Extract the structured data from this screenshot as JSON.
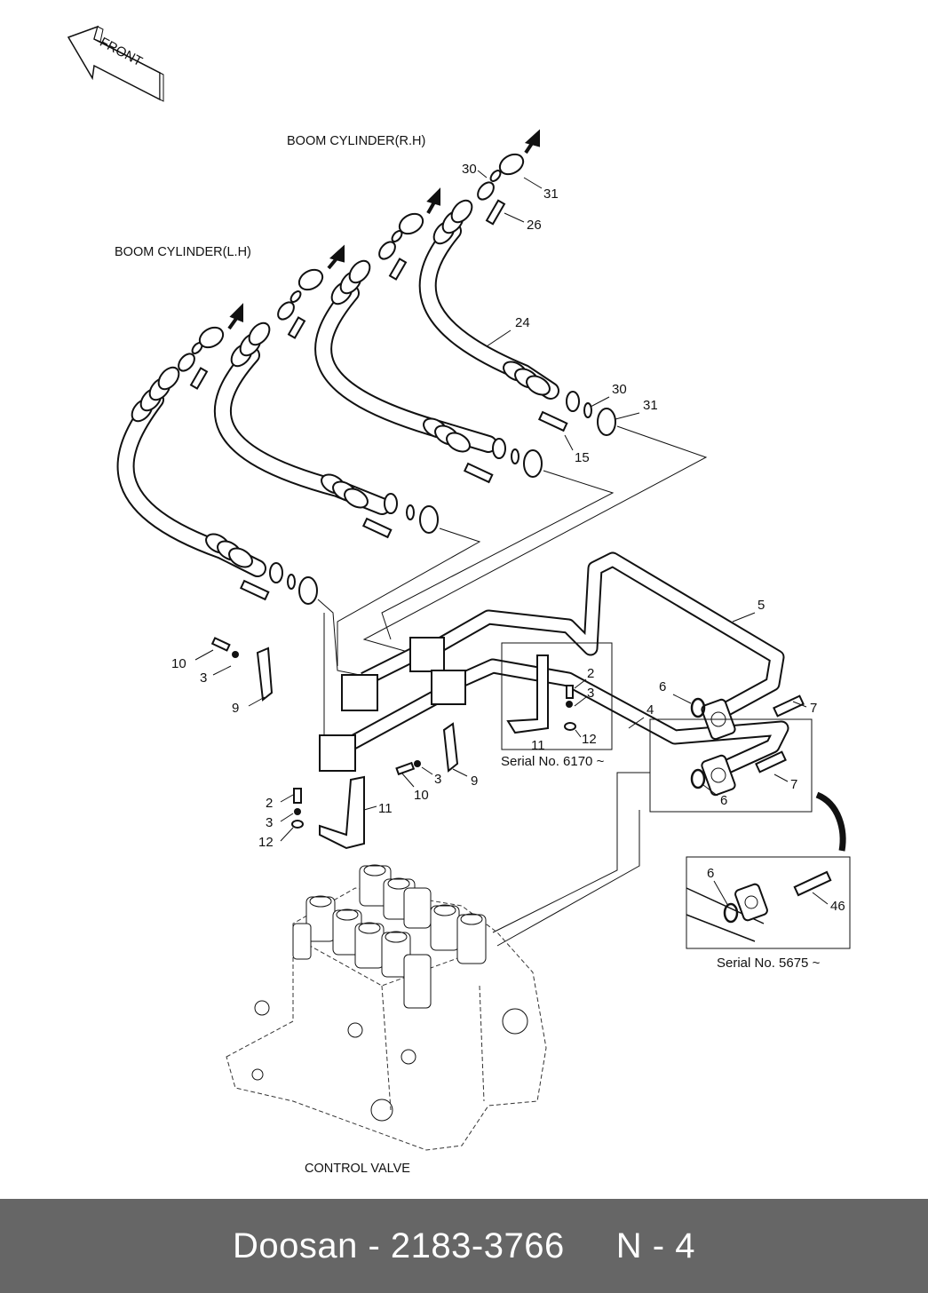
{
  "diagram": {
    "front_arrow_label": "FRONT",
    "titles": {
      "boom_cylinder_rh": "BOOM CYLINDER(R.H)",
      "boom_cylinder_lh": "BOOM CYLINDER(L.H)",
      "control_valve": "CONTROL VALVE"
    },
    "serial_notes": {
      "inset_bracket": "Serial No. 6170 ~",
      "inset_flange": "Serial No. 5675 ~"
    },
    "callouts": {
      "hose_top": [
        "30",
        "31",
        "26"
      ],
      "hose_bottom": [
        "24",
        "30",
        "31",
        "15"
      ],
      "clamp_upper": [
        "10",
        "3",
        "9"
      ],
      "clamp_lower": [
        "3",
        "10",
        "9"
      ],
      "bracket_lower": [
        "2",
        "3",
        "12",
        "11"
      ],
      "inset_bracket": [
        "2",
        "3",
        "12",
        "11"
      ],
      "pipes": [
        "5",
        "4",
        "6",
        "7",
        "6",
        "7"
      ],
      "inset_flange": [
        "6",
        "46"
      ]
    }
  },
  "footer": {
    "brand": "Doosan",
    "part_number": "2183-3766",
    "separator": " - ",
    "page_ref": "N - 4"
  }
}
